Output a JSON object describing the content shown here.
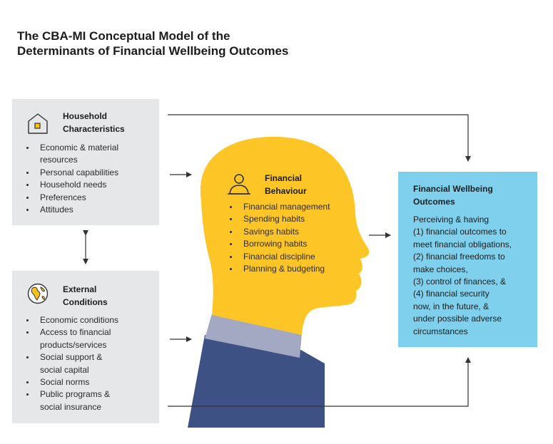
{
  "title": {
    "line1": "The CBA-MI Conceptual Model of the",
    "line2": "Determinants of Financial Wellbeing Outcomes"
  },
  "household": {
    "heading": [
      "Household",
      "Characteristics"
    ],
    "items": [
      [
        "Economic & material",
        "resources"
      ],
      [
        "Personal capabilities"
      ],
      [
        "Household needs"
      ],
      [
        "Preferences"
      ],
      [
        "Attitudes"
      ]
    ]
  },
  "external": {
    "heading": [
      "External",
      "Conditions"
    ],
    "items": [
      [
        "Economic conditions"
      ],
      [
        "Access to financial",
        "products/services"
      ],
      [
        "Social support &",
        "social capital"
      ],
      [
        "Social norms"
      ],
      [
        "Public programs &",
        "social insurance"
      ]
    ]
  },
  "behaviour": {
    "heading": [
      "Financial",
      "Behaviour"
    ],
    "items": [
      "Financial management",
      "Spending habits",
      "Savings habits",
      "Borrowing habits",
      "Financial discipline",
      "Planning & budgeting"
    ]
  },
  "outcomes": {
    "heading": [
      "Financial Wellbeing",
      "Outcomes"
    ],
    "body": [
      "Perceiving & having",
      "(1) financial outcomes to",
      "meet financial obligations,",
      "(2) financial freedoms to",
      "make choices,",
      "(3) control of finances, &",
      "(4) financial security",
      "now, in the future, &",
      "under possible adverse",
      "circumstances"
    ]
  },
  "icons": {
    "household": "house-icon",
    "external": "globe-icon",
    "behaviour": "person-icon"
  },
  "colors": {
    "panel_gray": "#e6e7e8",
    "head_yellow": "#fdc626",
    "outcome_blue": "#7ed0ec",
    "collar_light": "#a3a9c3",
    "shirt_dark": "#3e5184",
    "accent_yellow": "#f7c21a",
    "line": "#333333"
  }
}
